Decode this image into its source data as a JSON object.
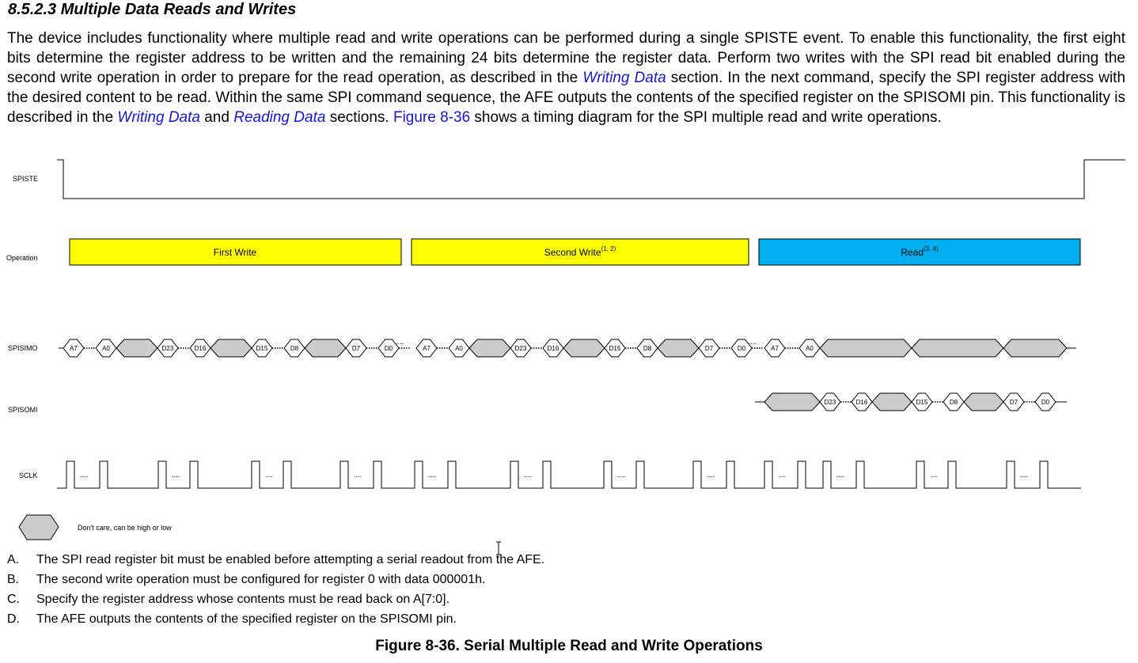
{
  "section": {
    "heading": "8.5.2.3 Multiple Data Reads and Writes"
  },
  "paragraph": {
    "p1": "The device includes functionality where multiple read and write operations can be performed during a single SPISTE event. To enable this functionality, the first eight bits determine the register address to be written and the remaining 24 bits determine the register data. Perform two writes with the SPI read bit enabled during the second write operation in order to prepare for the read operation, as described in the ",
    "link_writing_1": "Writing Data",
    "p2": " section. In the next command, specify the SPI register address with the desired content to be read. Within the same SPI command sequence, the AFE outputs the contents of the specified register on the SPISOMI pin. This functionality is described in the ",
    "link_writing_2": "Writing Data",
    "p3": " and ",
    "link_reading": "Reading Data",
    "p4": " sections. ",
    "link_figure": "Figure 8-36",
    "p5": " shows a timing diagram for the SPI multiple read and write operations."
  },
  "diagram": {
    "signals": {
      "spiste": "SPISTE",
      "operation": "Operation",
      "spisimo": "SPISIMO",
      "spisomi": "SPISOMI",
      "sclk": "SCLK"
    },
    "operations": [
      {
        "label": "First Write",
        "sup": "",
        "color": "#ffff00"
      },
      {
        "label": "Second Write",
        "sup": "(1, 2)",
        "color": "#ffff00"
      },
      {
        "label": "Read",
        "sup": "(3, 4)",
        "color": "#00b0f0"
      }
    ],
    "bit_labels": {
      "a7": "A7",
      "a0": "A0",
      "d23": "D23",
      "d16": "D16",
      "d15": "D15",
      "d8": "D8",
      "d7": "D7",
      "d0": "D0"
    },
    "ellipsis": "....",
    "legend_text": "Don't care, can be high or low",
    "dont_care_color": "#cccccc"
  },
  "notes": [
    {
      "letter": "A.",
      "text": "The SPI read register bit must be enabled before attempting a serial readout from the AFE."
    },
    {
      "letter": "B.",
      "text": "The second write operation must be configured for register 0 with data 000001h."
    },
    {
      "letter": "C.",
      "text": "Specify the register address whose contents must be read back on A[7:0]."
    },
    {
      "letter": "D.",
      "text": "The AFE outputs the contents of the specified register on the SPISOMI pin."
    }
  ],
  "figure": {
    "caption": "Figure 8-36. Serial Multiple Read and Write Operations"
  }
}
